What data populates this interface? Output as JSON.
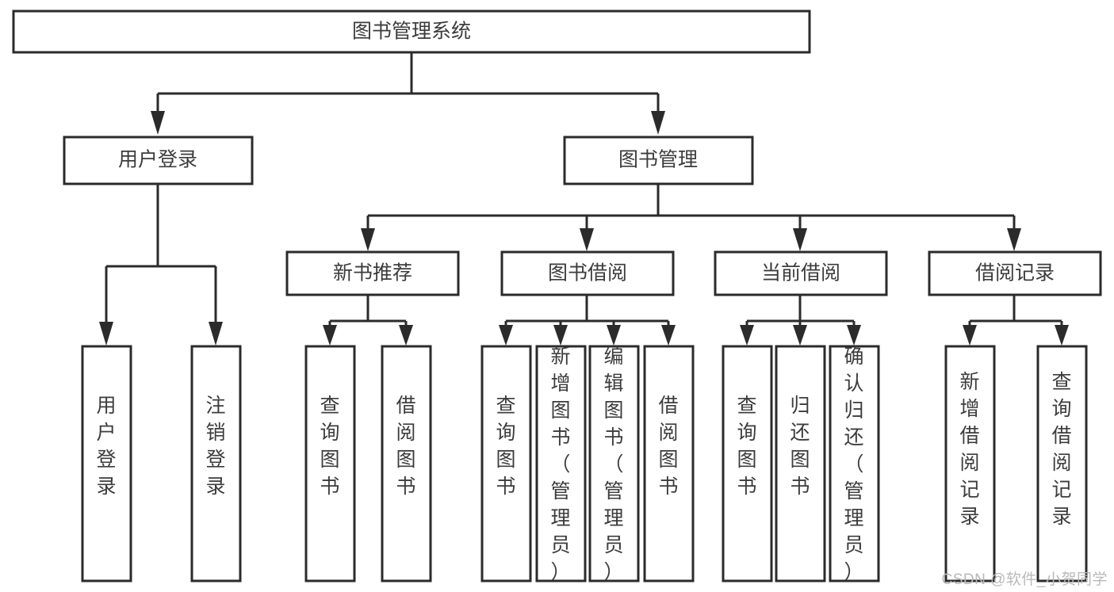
{
  "diagram": {
    "title": "图书管理系统",
    "type": "tree-hierarchy-diagram",
    "colors": {
      "stroke": "#2b2b2b",
      "box_fill": "#ffffff",
      "text": "#3c3c3c",
      "background": "#ffffff",
      "watermark": "#b9b9b9"
    },
    "root": {
      "label": "图书管理系统",
      "orientation": "horizontal"
    },
    "level2": [
      {
        "label": "用户登录",
        "orientation": "horizontal"
      },
      {
        "label": "图书管理",
        "orientation": "horizontal"
      }
    ],
    "level3": [
      {
        "label": "新书推荐",
        "orientation": "horizontal"
      },
      {
        "label": "图书借阅",
        "orientation": "horizontal"
      },
      {
        "label": "当前借阅",
        "orientation": "horizontal"
      },
      {
        "label": "借阅记录",
        "orientation": "horizontal"
      }
    ],
    "leaves": {
      "user_login": [
        {
          "label": "用户登录",
          "orientation": "vertical"
        },
        {
          "label": "注销登录",
          "orientation": "vertical"
        }
      ],
      "new_book_recommend": [
        {
          "label": "查询图书",
          "orientation": "vertical"
        },
        {
          "label": "借阅图书",
          "orientation": "vertical"
        }
      ],
      "book_borrow": [
        {
          "label": "查询图书",
          "orientation": "vertical"
        },
        {
          "label": "新增图书（管理员）",
          "orientation": "vertical"
        },
        {
          "label": "编辑图书（管理员）",
          "orientation": "vertical"
        },
        {
          "label": "借阅图书",
          "orientation": "vertical"
        }
      ],
      "current_borrow": [
        {
          "label": "查询图书",
          "orientation": "vertical"
        },
        {
          "label": "归还图书",
          "orientation": "vertical"
        },
        {
          "label": "确认归还（管理员）",
          "orientation": "vertical"
        }
      ],
      "borrow_record": [
        {
          "label": "新增借阅记录",
          "orientation": "vertical"
        },
        {
          "label": "查询借阅记录",
          "orientation": "vertical"
        }
      ]
    }
  },
  "watermark": {
    "text": "CSDN @软件_小贺同学"
  }
}
